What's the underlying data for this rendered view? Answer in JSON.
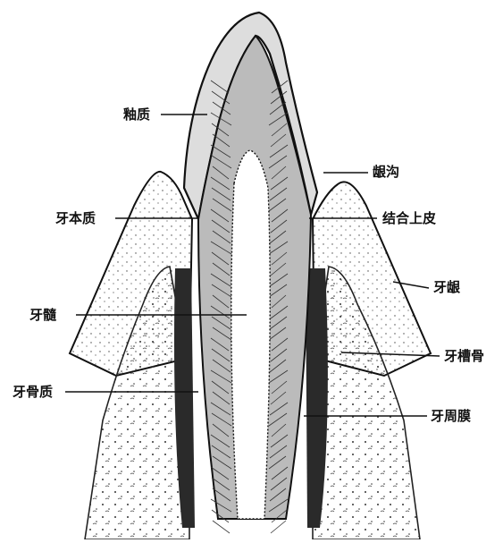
{
  "labels": {
    "enamel": "釉质",
    "gingival_sulcus": "龈沟",
    "dentin": "牙本质",
    "junctional_epithelium": "结合上皮",
    "gingiva": "牙龈",
    "pulp": "牙髓",
    "alveolar_bone": "牙槽骨",
    "cementum": "牙骨质",
    "periodontal_ligament": "牙周膜"
  },
  "colors": {
    "ink": "#111111",
    "paper": "#ffffff",
    "ligament_fill": "#2a2a2a"
  }
}
